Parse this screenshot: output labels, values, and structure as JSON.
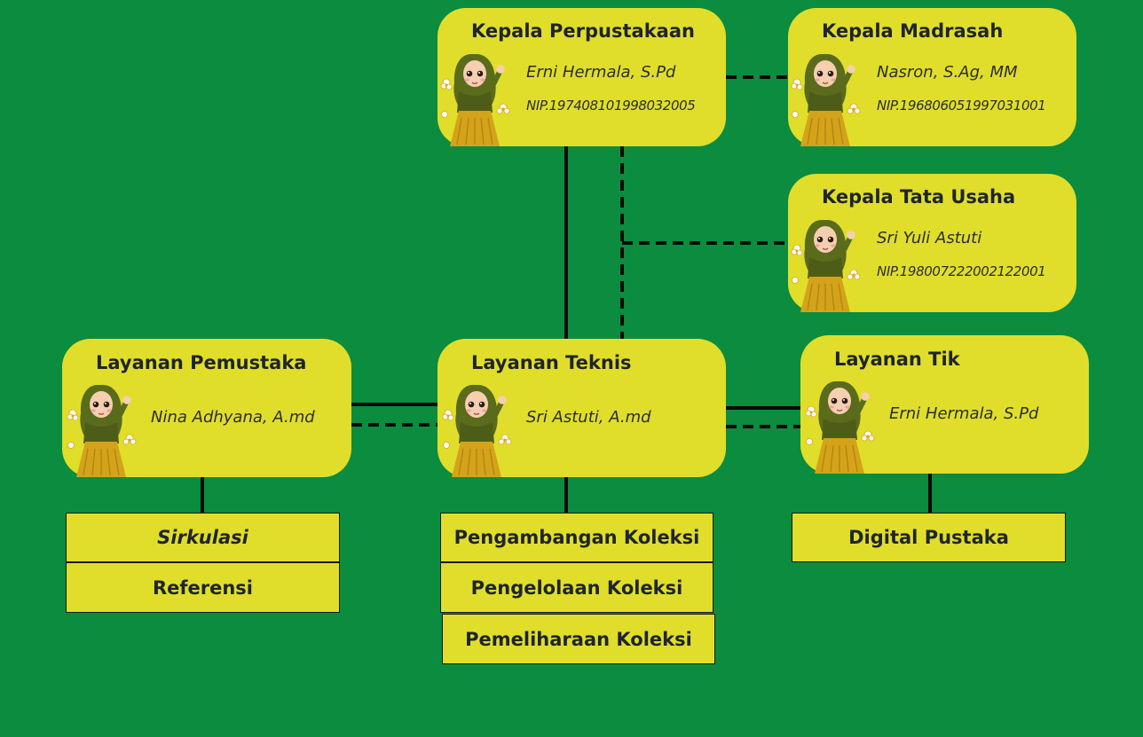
{
  "colors": {
    "background": "#0b8c3e",
    "card": "#e0de2a",
    "line": "#0a0a0a"
  },
  "icons": {
    "person": "hijab-girl-waving-illustration"
  },
  "cards": {
    "kepala_perpustakaan": {
      "title": "Kepala Perpustakaan",
      "name": "Erni Hermala, S.Pd",
      "nip": "NIP.197408101998032005"
    },
    "kepala_madrasah": {
      "title": "Kepala Madrasah",
      "name": "Nasron, S.Ag, MM",
      "nip": "NIP.196806051997031001"
    },
    "kepala_tata_usaha": {
      "title": "Kepala Tata Usaha",
      "name": "Sri Yuli Astuti",
      "nip": "NIP.198007222002122001"
    },
    "layanan_pemustaka": {
      "title": "Layanan Pemustaka",
      "name": "Nina Adhyana, A.md"
    },
    "layanan_teknis": {
      "title": "Layanan Teknis",
      "name": "Sri Astuti, A.md"
    },
    "layanan_tik": {
      "title": "Layanan Tik",
      "name": "Erni Hermala, S.Pd"
    }
  },
  "units": {
    "pemustaka": [
      "Sirkulasi",
      "Referensi"
    ],
    "teknis": [
      "Pengambangan Koleksi",
      "Pengelolaan Koleksi",
      "Pemeliharaan Koleksi"
    ],
    "tik": [
      "Digital Pustaka"
    ]
  }
}
